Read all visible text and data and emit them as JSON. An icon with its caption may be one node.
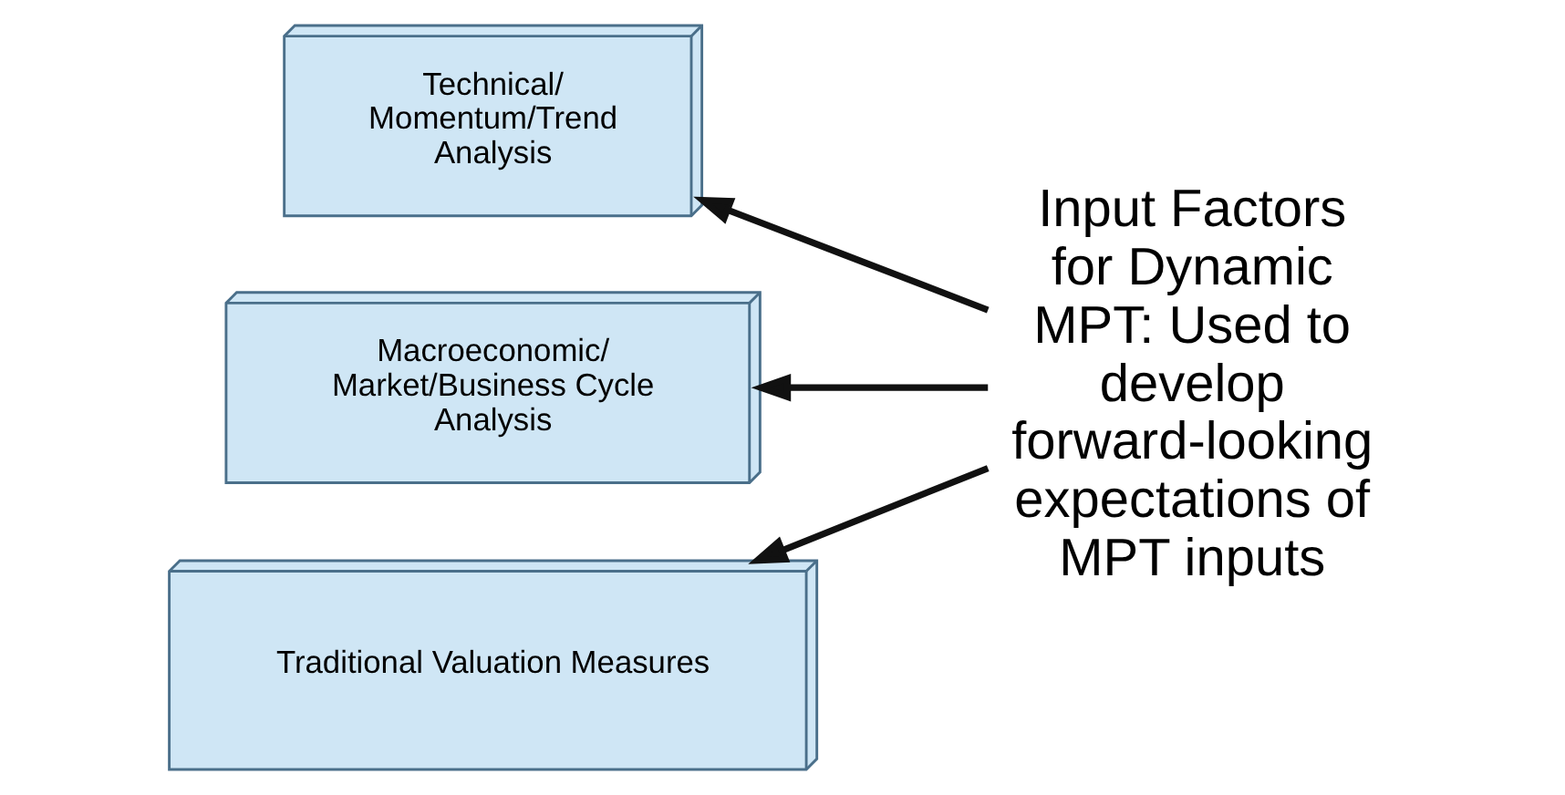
{
  "diagram": {
    "nodes": [
      {
        "text": [
          "Technical/ Momentum/Trend Analysis"
        ]
      },
      {
        "text": [
          "Macroeconomic/ Market/Business Cycle Analysis"
        ]
      },
      {
        "text": [
          "Traditional Valuation Measures"
        ]
      },
      {
        "text": [
          "Input Factors for Dynamic MPT: Used to develop forward-looking expectations of MPT inputs"
        ]
      }
    ],
    "edges": [
      {
        "from": 3,
        "to": 0,
        "arrow": "to"
      },
      {
        "from": 3,
        "to": 1,
        "arrow": "to"
      },
      {
        "from": 3,
        "to": 2,
        "arrow": "to"
      }
    ]
  }
}
